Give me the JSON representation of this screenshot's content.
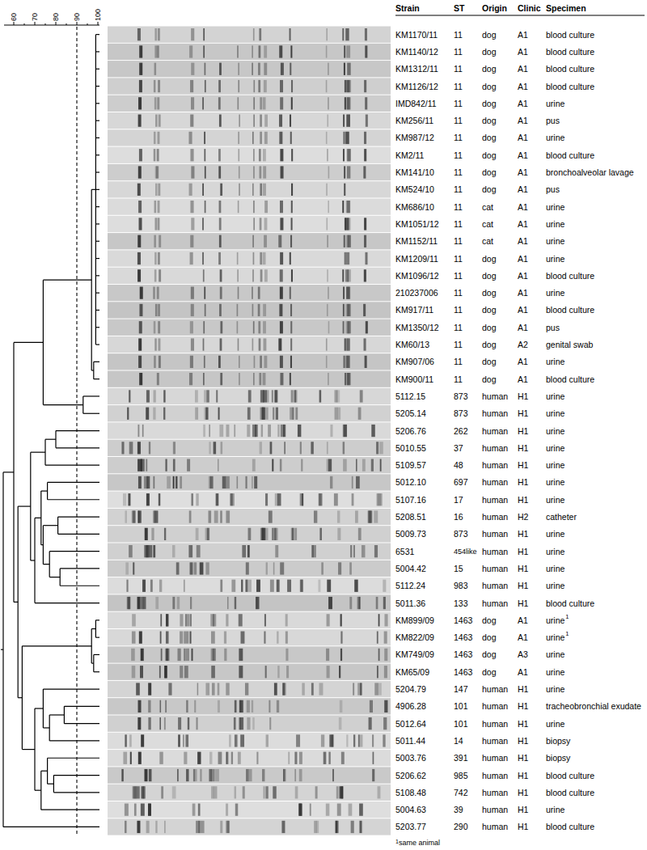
{
  "diagram": {
    "labels": [
      "60",
      "70",
      "80",
      "90",
      "100",
      "Strain",
      "ST",
      "Origin",
      "Clinic",
      "Specimen",
      "KM1170/11",
      "11",
      "dog",
      "A1",
      "blood culture",
      "KM1140/12",
      "11",
      "dog",
      "A1",
      "blood culture",
      "KM1312/11",
      "11",
      "dog",
      "A1",
      "blood culture",
      "KM1126/12",
      "11",
      "dog",
      "A1",
      "blood culture",
      "IMD842/11",
      "11",
      "dog",
      "A1",
      "urine",
      "KM256/11",
      "11",
      "dog",
      "A1",
      "pus",
      "KM987/12",
      "11",
      "dog",
      "A1",
      "urine",
      "KM2/11",
      "11",
      "dog",
      "A1",
      "blood culture",
      "KM141/10",
      "11",
      "dog",
      "A1",
      "bronchoalveolar lavage",
      "KM524/10",
      "11",
      "dog",
      "A1",
      "pus",
      "KM686/10",
      "11",
      "cat",
      "A1",
      "urine",
      "KM1051/12",
      "11",
      "cat",
      "A1",
      "urine",
      "KM1152/11",
      "11",
      "cat",
      "A1",
      "urine",
      "KM1209/11",
      "11",
      "dog",
      "A1",
      "urine",
      "KM1096/12",
      "11",
      "dog",
      "A1",
      "blood culture",
      "210237006",
      "11",
      "dog",
      "A1",
      "urine",
      "KM917/11",
      "11",
      "dog",
      "A1",
      "blood culture",
      "KM1350/12",
      "11",
      "dog",
      "A1",
      "pus",
      "KM60/13",
      "11",
      "dog",
      "A2",
      "genital swab",
      "KM907/06",
      "11",
      "dog",
      "A1",
      "urine",
      "KM900/11",
      "11",
      "dog",
      "A1",
      "blood culture",
      "5112.15",
      "873",
      "human",
      "H1",
      "urine",
      "5205.14",
      "873",
      "human",
      "H1",
      "urine",
      "5206.76",
      "262",
      "human",
      "H1",
      "urine",
      "5010.55",
      "37",
      "human",
      "H1",
      "urine",
      "5109.57",
      "48",
      "human",
      "H1",
      "urine",
      "5012.10",
      "697",
      "human",
      "H1",
      "urine",
      "5107.16",
      "17",
      "human",
      "H1",
      "urine",
      "5208.51",
      "16",
      "human",
      "H2",
      "catheter",
      "5009.73",
      "873",
      "human",
      "H1",
      "urine",
      "6531",
      "454like",
      "human",
      "H1",
      "urine",
      "5004.42",
      "15",
      "human",
      "H1",
      "urine",
      "5112.24",
      "983",
      "human",
      "H1",
      "urine",
      "5011.36",
      "133",
      "human",
      "H1",
      "blood culture",
      "KM899/09",
      "1463",
      "dog",
      "A1",
      "urine",
      "KM822/09",
      "1463",
      "dog",
      "A1",
      "urine",
      "KM749/09",
      "1463",
      "dog",
      "A3",
      "urine",
      "KM65/09",
      "1463",
      "dog",
      "A1",
      "urine",
      "5204.79",
      "147",
      "human",
      "H1",
      "urine",
      "4906.28",
      "101",
      "human",
      "H1",
      "tracheobronchial exudate",
      "5012.64",
      "101",
      "human",
      "H1",
      "urine",
      "5011.44",
      "14",
      "human",
      "H1",
      "biopsy",
      "5003.76",
      "391",
      "human",
      "H1",
      "biopsy",
      "5206.62",
      "985",
      "human",
      "H1",
      "blood culture",
      "5108.48",
      "742",
      "human",
      "H1",
      "blood culture",
      "5004.63",
      "39",
      "human",
      "H1",
      "urine",
      "5203.77",
      "290",
      "human",
      "H1",
      "blood culture",
      "1",
      "1",
      "1",
      "same animal"
    ]
  }
}
